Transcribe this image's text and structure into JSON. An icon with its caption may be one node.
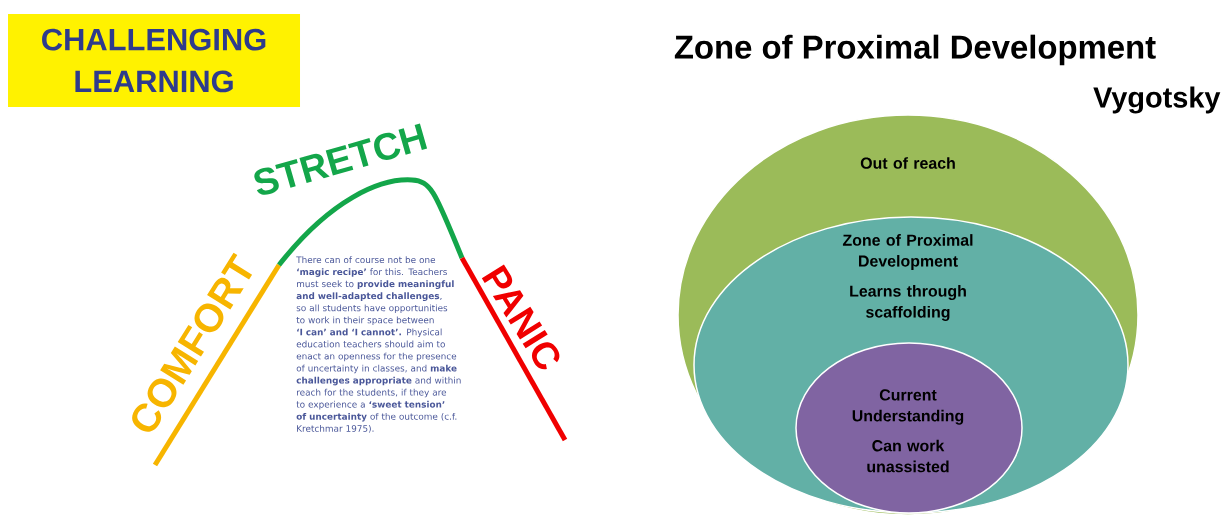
{
  "diagram": {
    "title": "Zone of Proximal Development",
    "nodes": [
      {
        "text": [
          "CHALLENGING LEARNING"
        ]
      },
      {
        "text": [
          "Out of reach"
        ]
      },
      {
        "text": [
          "Zone of Proximal Development",
          "Learns through scaffolding"
        ],
        "in": 1
      },
      {
        "text": [
          "Current Understanding",
          "Can work unassisted"
        ],
        "in": 2
      }
    ],
    "labels": [
      "Vygotsky",
      "STRETCH",
      "COMFORT",
      "PANIC",
      "There can of course not be one **‘magic recipe’** for this. Teachers must seek to **provide meaningful and well-adapted challenges**, so all students have opportunities to work in their space between **‘I can’ and ‘I cannot’.** Physical education teachers should aim to enact an openness for the presence of uncertainty in classes, and **make challenges appropriate** and within reach for the students, if they are to experience a **‘sweet tension’ of uncertainty** of the outcome (c.f. Kretchmar 1975)."
    ]
  }
}
